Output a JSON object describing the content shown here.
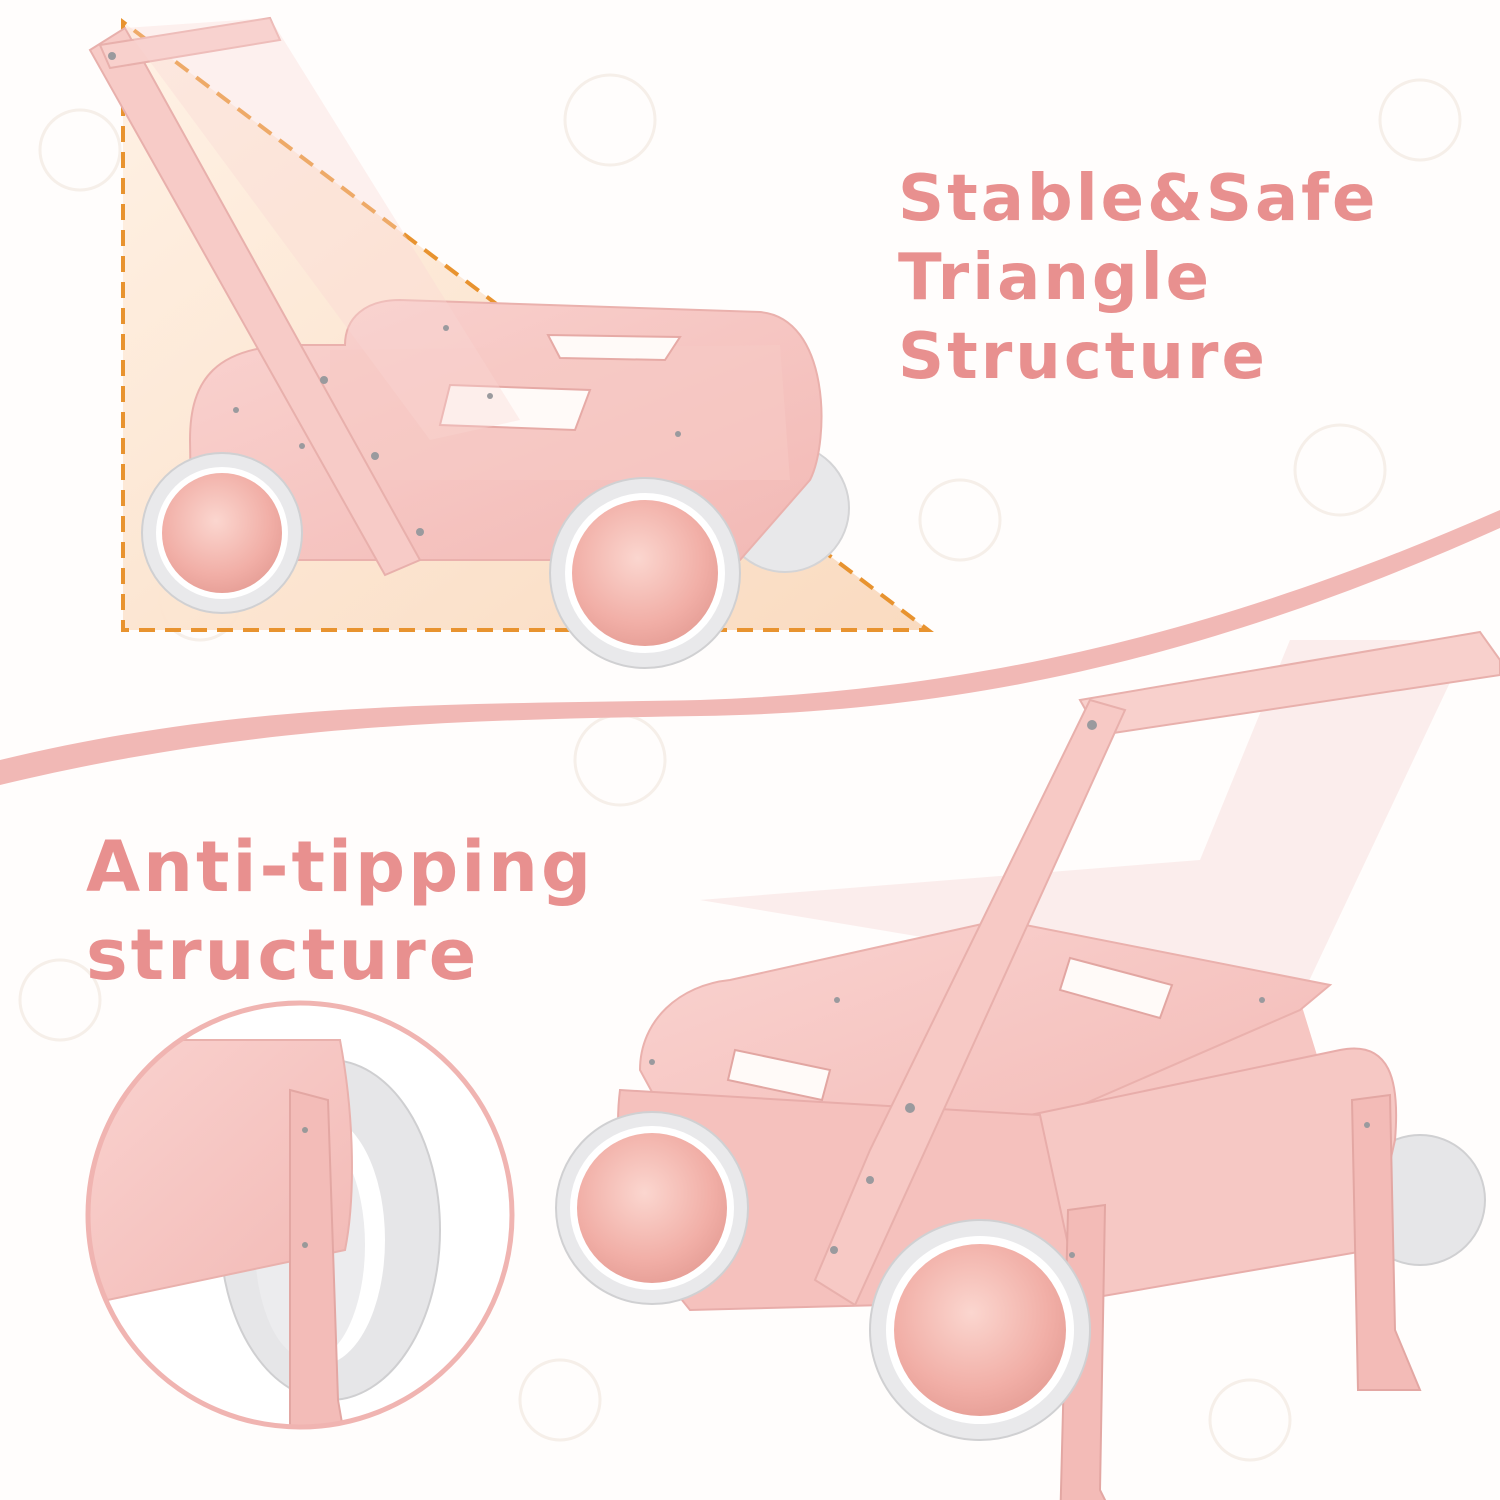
{
  "headline_top": {
    "line1": "Stable&Safe",
    "line2": "Triangle",
    "line3": "Structure"
  },
  "headline_bottom": {
    "line1": "Anti-tipping",
    "line2": "structure"
  },
  "colors": {
    "accent_pink": "#e8908f",
    "wood_pink": "#f5c6c3",
    "wheel_gray": "#e4e4e6",
    "triangle_outline": "#e8932f",
    "triangle_fill": "#fbe2cc"
  },
  "icons": [
    "triangle-outline-icon",
    "magnify-circle-icon"
  ]
}
